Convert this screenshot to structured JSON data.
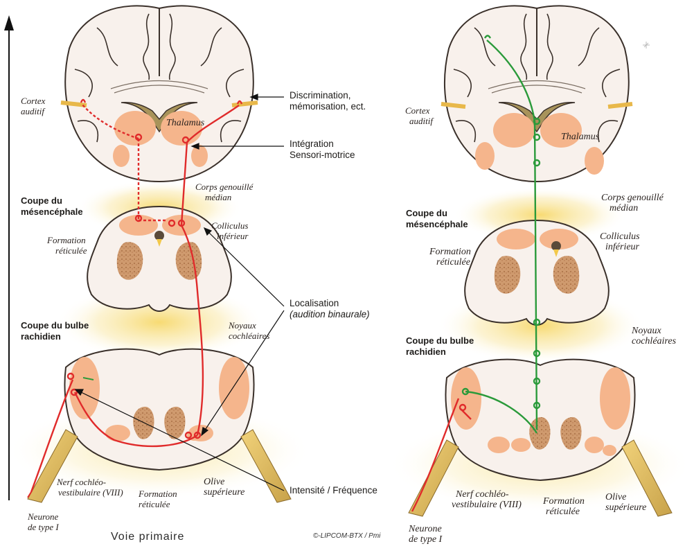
{
  "colors": {
    "primary_pathway": "#e02b2b",
    "secondary_pathway": "#2a9a3a",
    "brain_fill": "#f8f1ec",
    "nucleus": "#f5b58c",
    "reticular": "#c98f62",
    "glow": "#f7dc72",
    "outline": "#3a302a"
  },
  "left_panel": {
    "labels": {
      "cortex_auditif": [
        "Cortex",
        "auditif"
      ],
      "thalamus": "Thalamus",
      "corps_genouille": [
        "Corps genouillé",
        "médian"
      ],
      "coupe_mesencephale": [
        "Coupe du",
        "mésencéphale"
      ],
      "colliculus": [
        "Colliculus",
        "inférieur"
      ],
      "formation_reticulee_mid": [
        "Formation",
        "réticulée"
      ],
      "coupe_bulbe": [
        "Coupe du bulbe",
        "rachidien"
      ],
      "noyaux_cochleaires": [
        "Noyaux",
        "cochléaires"
      ],
      "formation_reticulee_bulb": [
        "Formation",
        "réticulée"
      ],
      "olive": [
        "Olive",
        "supérieure"
      ],
      "nerf": [
        "Nerf cochléo-",
        "vestibulaire (VIII)"
      ],
      "neurone": [
        "Neurone",
        "de type I"
      ]
    },
    "caption": "Voie primaire",
    "credit": "©-LIPCOM-BTX / Pmi"
  },
  "functions": {
    "discrimination": [
      "Discrimination,",
      "mémorisation, ect."
    ],
    "integration": [
      "Intégration",
      "Sensori-motrice"
    ],
    "localisation": "Localisation",
    "localisation_sub": "(audition binaurale)",
    "intensite": "Intensité / Fréquence"
  },
  "right_panel": {
    "labels": {
      "cortex_auditif": [
        "Cortex",
        "auditif"
      ],
      "thalamus": "Thalamus",
      "corps_genouille": [
        "Corps genouillé",
        "médian"
      ],
      "coupe_mesencephale": [
        "Coupe du",
        "mésencéphale"
      ],
      "colliculus": [
        "Colliculus",
        "inférieur"
      ],
      "formation_reticulee_mid": [
        "Formation",
        "réticulée"
      ],
      "coupe_bulbe": [
        "Coupe du bulbe",
        "rachidien"
      ],
      "noyaux_cochleaires": [
        "Noyaux",
        "cochléaires"
      ],
      "olive": [
        "Olive",
        "supérieure"
      ],
      "formation_reticulee_bulb": [
        "Formation",
        "réticulée"
      ],
      "nerf": [
        "Nerf cochléo-",
        "vestibulaire (VIII)"
      ],
      "neurone": [
        "Neurone",
        "de type I"
      ]
    }
  }
}
